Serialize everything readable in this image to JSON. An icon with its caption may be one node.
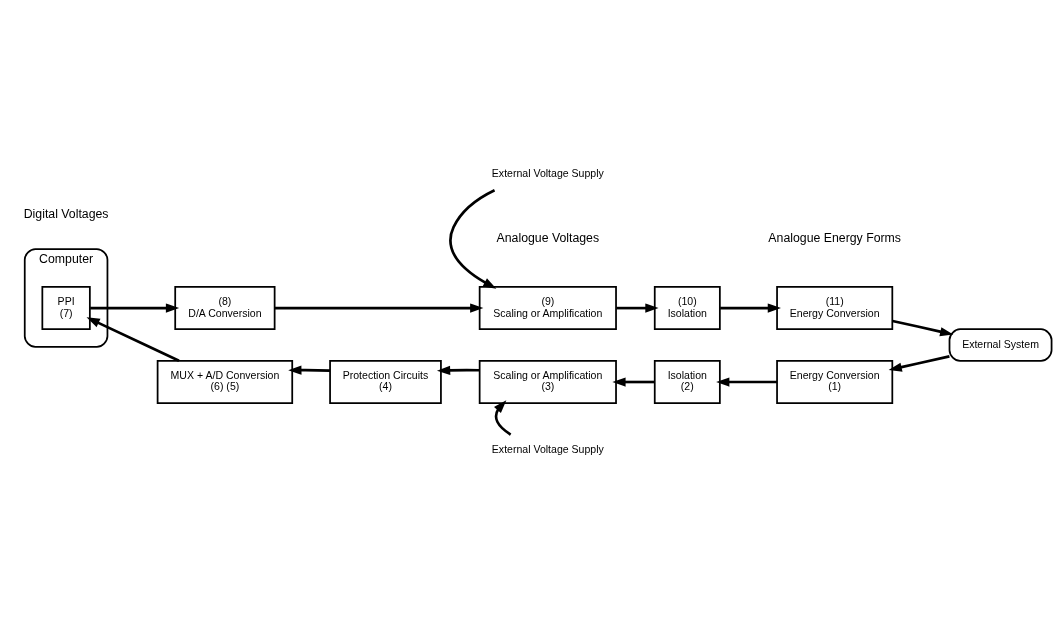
{
  "diagram": {
    "nodes": [
      {
        "text": [
          "Computer"
        ]
      },
      {
        "text": [
          "PPI",
          "(7)"
        ],
        "in": 0
      },
      {
        "text": [
          "(8)",
          "D/A Conversion"
        ]
      },
      {
        "text": [
          "(9)",
          "Scaling or Amplification"
        ]
      },
      {
        "text": [
          "(10)",
          "Isolation"
        ]
      },
      {
        "text": [
          "(11)",
          "Energy Conversion"
        ]
      },
      {
        "text": [
          "External System"
        ]
      },
      {
        "text": [
          "MUX + A/D Conversion",
          "(6) (5)"
        ]
      },
      {
        "text": [
          "Protection Circuits",
          "(4)"
        ]
      },
      {
        "text": [
          "Scaling or Amplification",
          "(3)"
        ]
      },
      {
        "text": [
          "Isolation",
          "(2)"
        ]
      },
      {
        "text": [
          "Energy Conversion",
          "(1)"
        ]
      },
      {
        "text": [
          "External Voltage Supply"
        ]
      },
      {
        "text": [
          "External Voltage Supply"
        ]
      }
    ],
    "edges": [
      {
        "from": 1,
        "to": 2,
        "arrow": "to"
      },
      {
        "from": 2,
        "to": 3,
        "arrow": "to"
      },
      {
        "from": 3,
        "to": 4,
        "arrow": "to"
      },
      {
        "from": 4,
        "to": 5,
        "arrow": "to"
      },
      {
        "from": 5,
        "to": 6,
        "arrow": "to"
      },
      {
        "from": 6,
        "to": 11,
        "arrow": "to"
      },
      {
        "from": 11,
        "to": 10,
        "arrow": "to"
      },
      {
        "from": 10,
        "to": 9,
        "arrow": "to"
      },
      {
        "from": 9,
        "to": 8,
        "arrow": "to"
      },
      {
        "from": 8,
        "to": 7,
        "arrow": "to"
      },
      {
        "from": 7,
        "to": 1,
        "arrow": "to"
      },
      {
        "from": 12,
        "to": 3,
        "arrow": "to"
      },
      {
        "from": 13,
        "to": 9,
        "arrow": "to"
      }
    ],
    "labels": [
      "Digital Voltages",
      "Analogue Voltages",
      "Analogue Energy Forms"
    ]
  }
}
